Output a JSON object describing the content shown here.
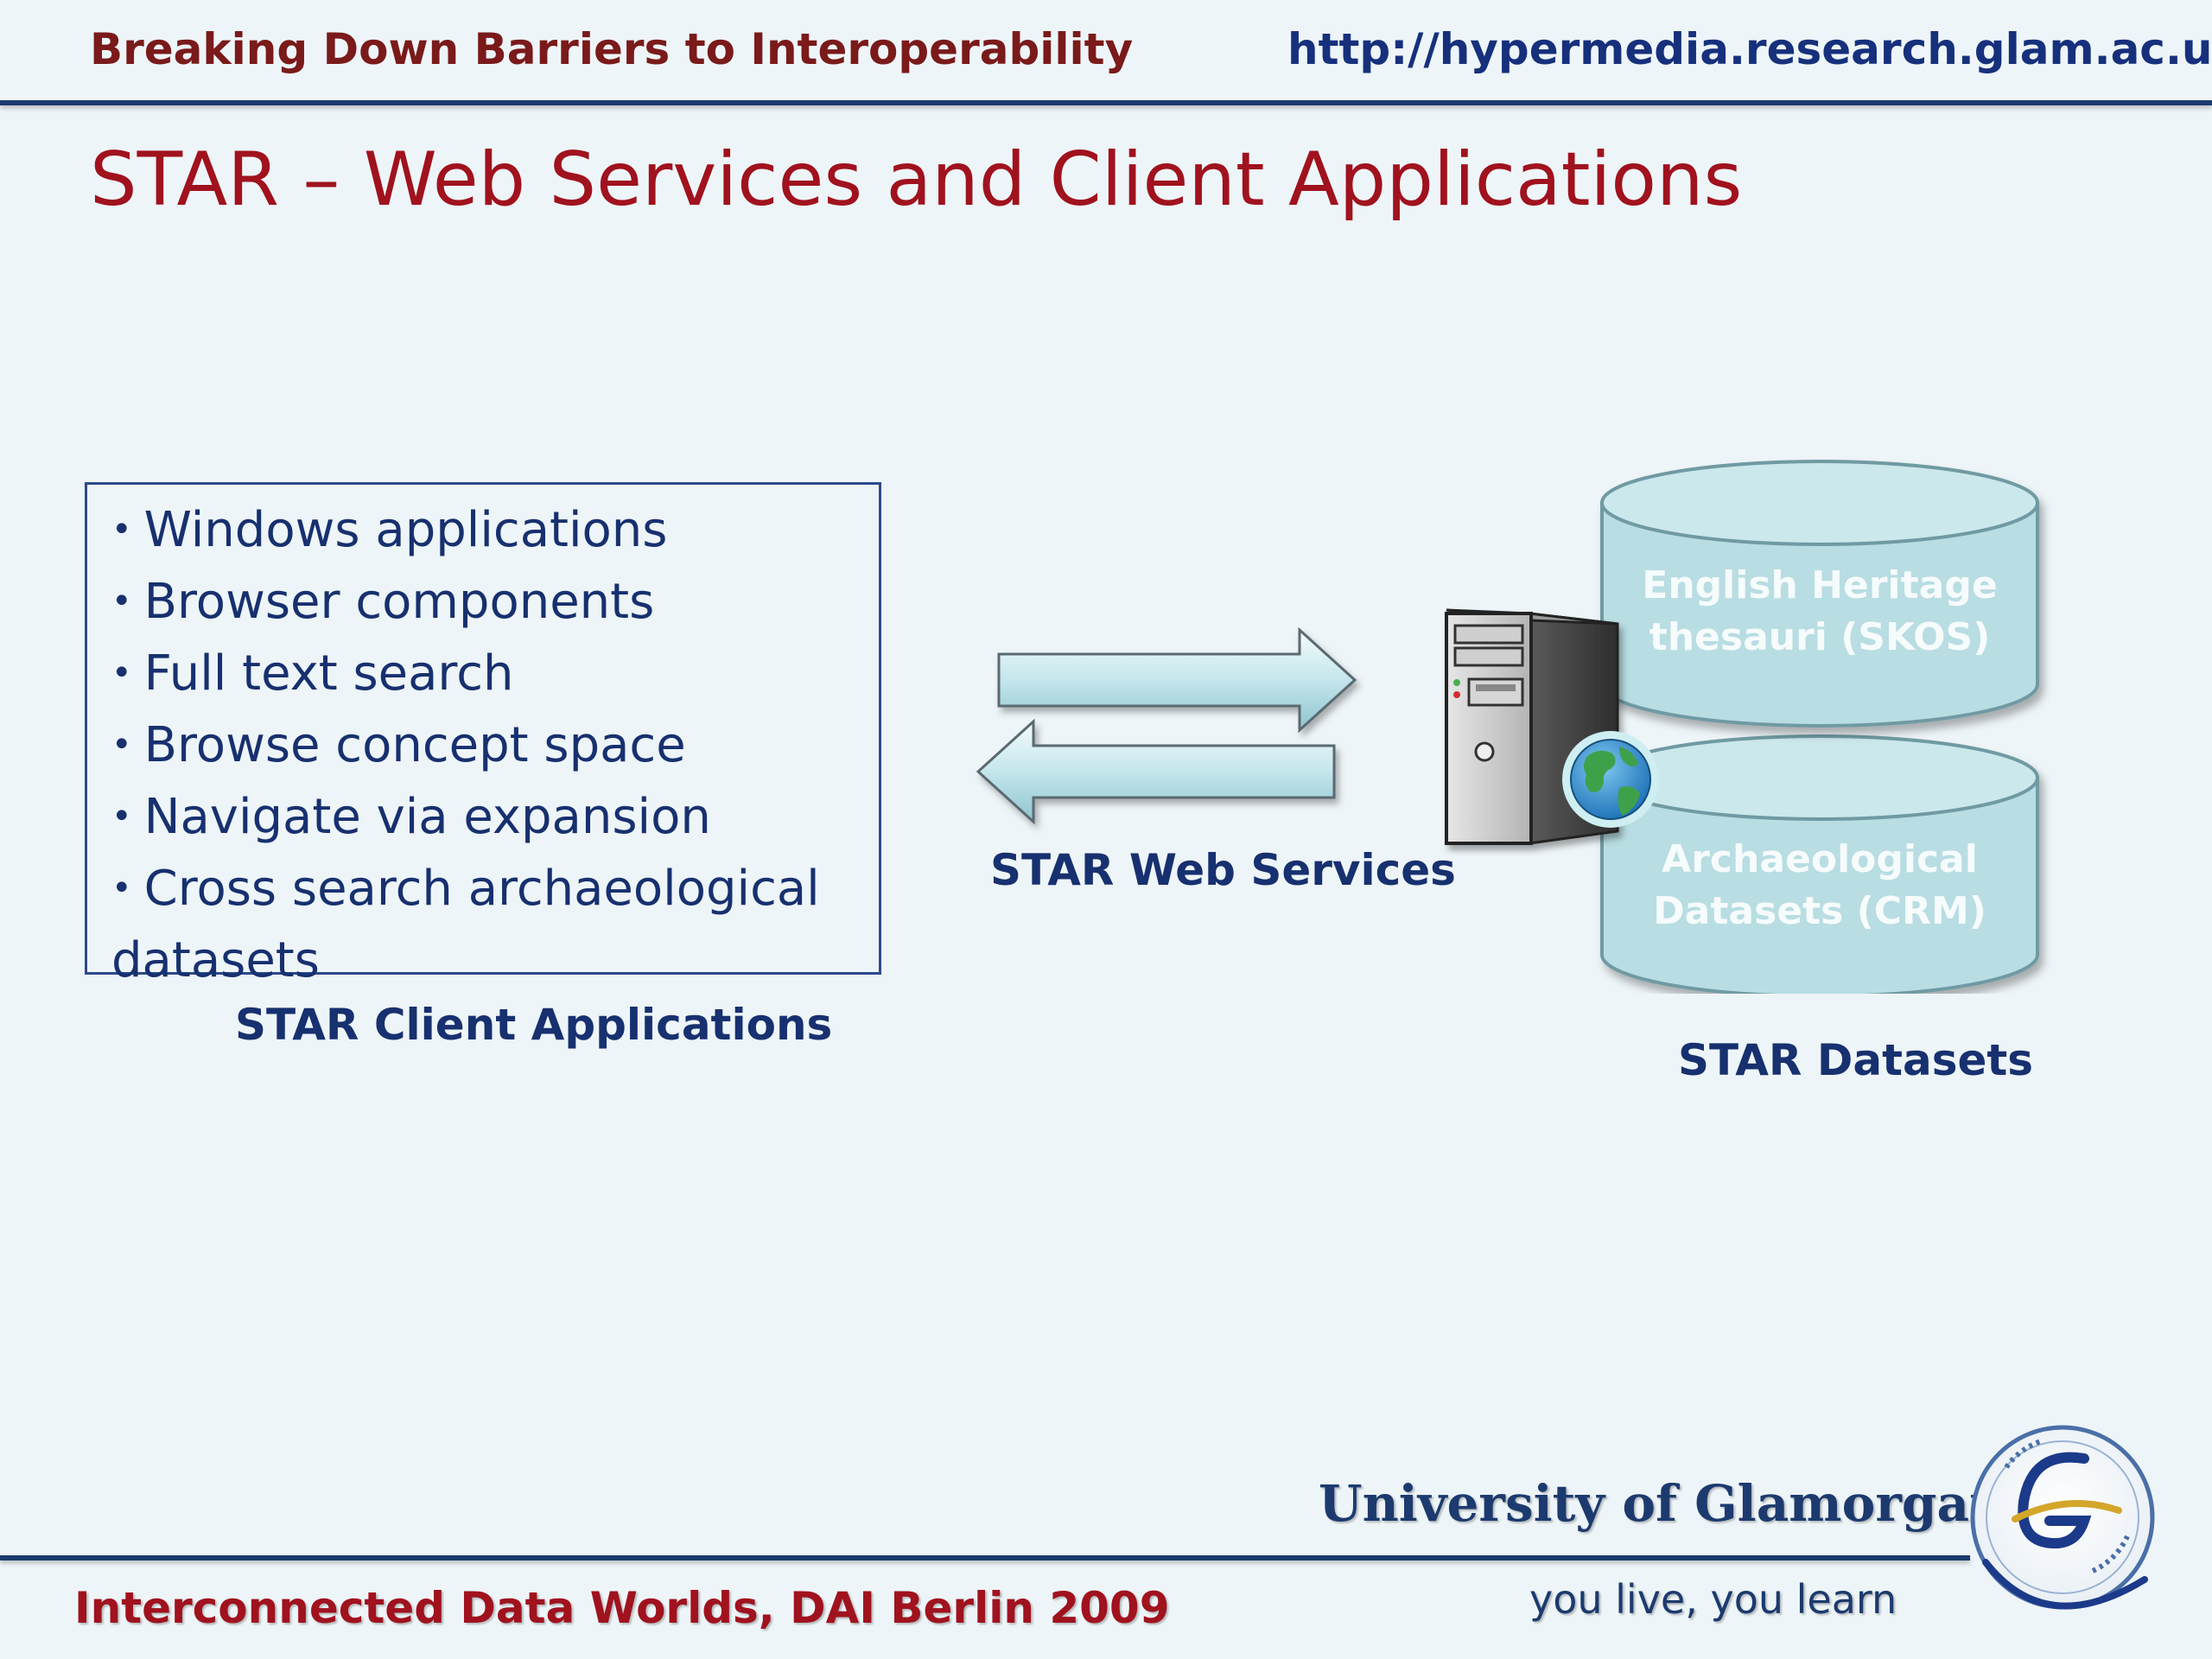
{
  "header": {
    "title": "Breaking Down Barriers to Interoperability",
    "url": "http://hypermedia.research.glam.ac.uk"
  },
  "slide": {
    "title": "STAR – Web Services and Client Applications"
  },
  "client_box": {
    "items": [
      "Windows applications",
      "Browser components",
      "Full text search",
      "Browse concept space",
      "Navigate via expansion",
      "Cross search archaeological datasets"
    ],
    "label": "STAR Client Applications"
  },
  "web_services": {
    "label": "STAR Web Services",
    "icons": [
      "double-arrow-icon",
      "server-icon",
      "globe-icon"
    ]
  },
  "datasets": {
    "label": "STAR Datasets",
    "cylinders": [
      {
        "line1": "English Heritage",
        "line2": "thesauri (SKOS)"
      },
      {
        "line1": "Archaeological",
        "line2": "Datasets (CRM)"
      }
    ],
    "fill_color": "#b8dde2"
  },
  "footer": {
    "event": "Interconnected Data Worlds, DAI Berlin 2009",
    "university": "University of Glamorgan",
    "tagline": "you live, you learn"
  },
  "colors": {
    "title_red": "#a0121e",
    "navy": "#17306f",
    "background": "#eef5f8"
  }
}
